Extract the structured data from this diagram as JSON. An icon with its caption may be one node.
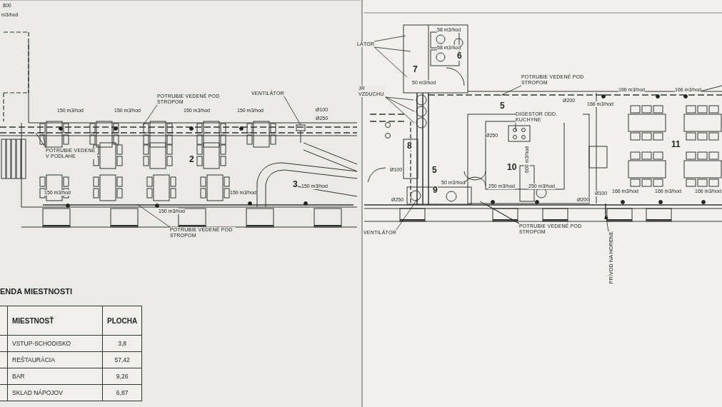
{
  "diagram": {
    "nodes": [
      {
        "text": [
          "POTRUBIE VEDENÉ POD STROPOM"
        ]
      },
      {
        "text": [
          "POTRUBIE VEDENÉ V PODLAHE"
        ]
      },
      {
        "text": [
          "VENTILÁTOR"
        ]
      },
      {
        "text": [
          "POTRUBIE VEDENÉ POD STROPOM"
        ]
      },
      {
        "text": [
          "LÁTOR"
        ]
      },
      {
        "text": [
          "JR VZDUCHU"
        ]
      },
      {
        "text": [
          "POTRUBIE VEDENÉ POD STROPOM"
        ]
      },
      {
        "text": [
          "DIGESTOR ODD. KUCHYNE"
        ]
      },
      {
        "text": [
          "POTRUBIE VEDENÉ POD STROPOM"
        ]
      },
      {
        "text": [
          "VENTILÁTOR"
        ]
      },
      {
        "text": [
          "PRÍVOD NA HORENE"
        ]
      }
    ],
    "edges": [
      {
        "from": 0,
        "to": null,
        "arrow": "none"
      },
      {
        "from": 1,
        "to": null,
        "arrow": "none"
      },
      {
        "from": 1,
        "to": null,
        "arrow": "none"
      },
      {
        "from": 2,
        "to": null,
        "arrow": "none"
      },
      {
        "from": 3,
        "to": null,
        "arrow": "none"
      },
      {
        "from": 4,
        "to": null,
        "arrow": "none"
      },
      {
        "from": 4,
        "to": null,
        "arrow": "none"
      },
      {
        "from": 4,
        "to": null,
        "arrow": "none"
      },
      {
        "from": 5,
        "to": null,
        "arrow": "none"
      },
      {
        "from": 5,
        "to": null,
        "arrow": "none"
      },
      {
        "from": 5,
        "to": null,
        "arrow": "none"
      },
      {
        "from": 6,
        "to": null,
        "arrow": "none"
      },
      {
        "from": 7,
        "to": null,
        "arrow": "none"
      },
      {
        "from": 8,
        "to": null,
        "arrow": "none"
      },
      {
        "from": 8,
        "to": null,
        "arrow": "none"
      },
      {
        "from": 9,
        "to": null,
        "arrow": "none"
      },
      {
        "from": 10,
        "to": null,
        "arrow": "to"
      }
    ],
    "labels": [
      "800",
      "m3/hod",
      "150 m3/hod",
      "150 m3/hod",
      "150 m3/hod",
      "150 m3/hod",
      "Ø100",
      "Ø250",
      "2",
      "150 m3/hod",
      "150 m3/hod",
      "3",
      "150 m3/hod",
      "150 m3/hod",
      "58 m3/hod",
      "58 m3/hod",
      "6",
      "7",
      "50 m3/hod",
      "5",
      "Ø200",
      "166 m3/hod",
      "166 m3/hod",
      "166 m3/hod",
      "Ø250",
      "8",
      "600 m3/hod",
      "Ø100",
      "5",
      "10",
      "11",
      "9",
      "50 m3/hod",
      "250 m3/hod",
      "250 m3/hod",
      "Ø250",
      "Ø200",
      "Ø100",
      "166 m3/hod",
      "166 m3/hod",
      "166 m3/hod",
      "ENDA MIESTNOSTI",
      "MIESTNOSŤ",
      "PLOCHA",
      "VSTUP-SCHODISKO",
      "3,8",
      "REŠTAURÁCIA",
      "57,42",
      "BAR",
      "9,26",
      "SKLAD NÁPOJOV",
      "6,87"
    ]
  }
}
